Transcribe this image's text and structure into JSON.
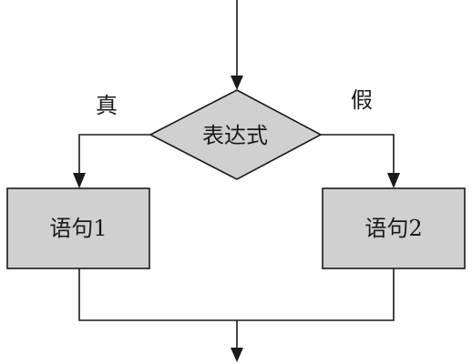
{
  "flowchart": {
    "decision": {
      "text": "表达式"
    },
    "branch_true": {
      "label": "真"
    },
    "branch_false": {
      "label": "假"
    },
    "statement_1": {
      "text": "语句1"
    },
    "statement_2": {
      "text": "语句2"
    }
  },
  "colors": {
    "box_fill": "#d0d0d0",
    "stroke": "#1a1a1a",
    "background": "#ffffff"
  }
}
